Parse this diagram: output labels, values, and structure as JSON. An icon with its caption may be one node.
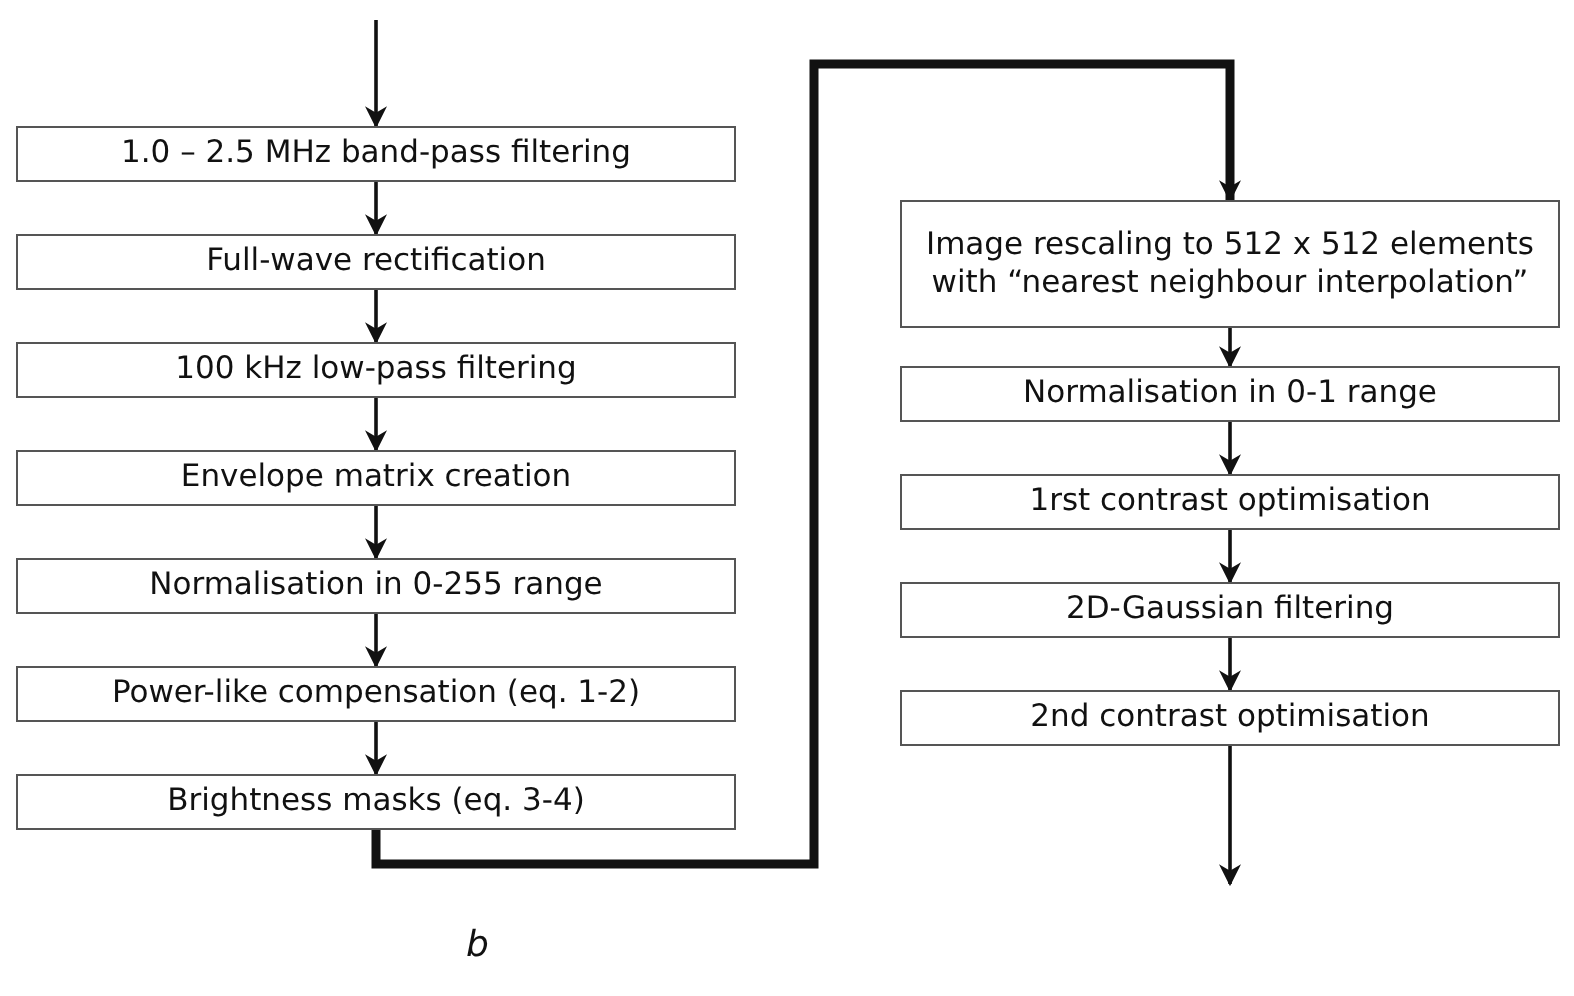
{
  "diagram": {
    "nodes": [
      {
        "text": [
          "1.0 – 2.5 MHz band-pass filtering"
        ]
      },
      {
        "text": [
          "Full-wave rectification"
        ]
      },
      {
        "text": [
          "100 kHz low-pass filtering"
        ]
      },
      {
        "text": [
          "Envelope matrix creation"
        ]
      },
      {
        "text": [
          "Normalisation in 0-255 range"
        ]
      },
      {
        "text": [
          "Power-like compensation (eq. 1-2)"
        ]
      },
      {
        "text": [
          "Brightness masks (eq. 3-4)"
        ]
      },
      {
        "text": [
          "Image rescaling to 512 x 512 elements with “nearest neighbour interpolation”"
        ]
      },
      {
        "text": [
          "Normalisation in 0-1 range"
        ]
      },
      {
        "text": [
          "1rst contrast optimisation"
        ]
      },
      {
        "text": [
          "2D-Gaussian filtering"
        ]
      },
      {
        "text": [
          "2nd contrast optimisation"
        ]
      }
    ],
    "edges": [
      {
        "from": null,
        "to": 0,
        "arrow": "to"
      },
      {
        "from": 0,
        "to": 1,
        "arrow": "to"
      },
      {
        "from": 1,
        "to": 2,
        "arrow": "to"
      },
      {
        "from": 2,
        "to": 3,
        "arrow": "to"
      },
      {
        "from": 3,
        "to": 4,
        "arrow": "to"
      },
      {
        "from": 4,
        "to": 5,
        "arrow": "to"
      },
      {
        "from": 5,
        "to": 6,
        "arrow": "to"
      },
      {
        "from": 6,
        "to": 7,
        "arrow": "to",
        "style": "thick"
      },
      {
        "from": 7,
        "to": 8,
        "arrow": "to"
      },
      {
        "from": 8,
        "to": 9,
        "arrow": "to"
      },
      {
        "from": 9,
        "to": 10,
        "arrow": "to"
      },
      {
        "from": 10,
        "to": 11,
        "arrow": "to"
      },
      {
        "from": 11,
        "to": null,
        "arrow": "to"
      }
    ],
    "labels": [
      "b"
    ]
  }
}
